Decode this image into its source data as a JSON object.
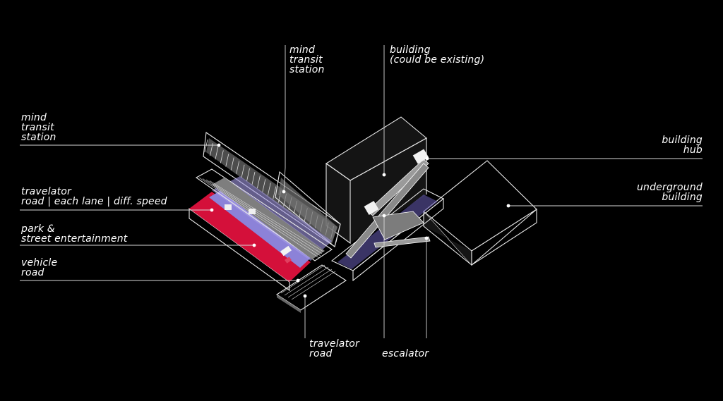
{
  "labels": {
    "mind_transit_station_top": [
      "mind",
      "transit",
      "station"
    ],
    "building_existing": [
      "building",
      "(could be existing)"
    ],
    "mind_transit_station_left": [
      "mind",
      "transit",
      "station"
    ],
    "building_hub": [
      "building",
      "hub"
    ],
    "underground_building": [
      "underground",
      "building"
    ],
    "travelator_road_lanes": [
      "travelator",
      "road | each lane | diff. speed"
    ],
    "park_street_entertainment": [
      "park &",
      "street entertainment"
    ],
    "vehicle_road": [
      "vehicle",
      "road"
    ],
    "travelator_road_bottom": [
      "travelator",
      "road"
    ],
    "escalator": [
      "escalator"
    ]
  },
  "colors": {
    "background": "#000000",
    "line": "#ffffff",
    "building_top": "#0a0a0a",
    "building_side": "#1c1c1c",
    "vehicle_road": "#d4103a",
    "park": "#8c82d8",
    "travelator": "#9a9a9a"
  }
}
